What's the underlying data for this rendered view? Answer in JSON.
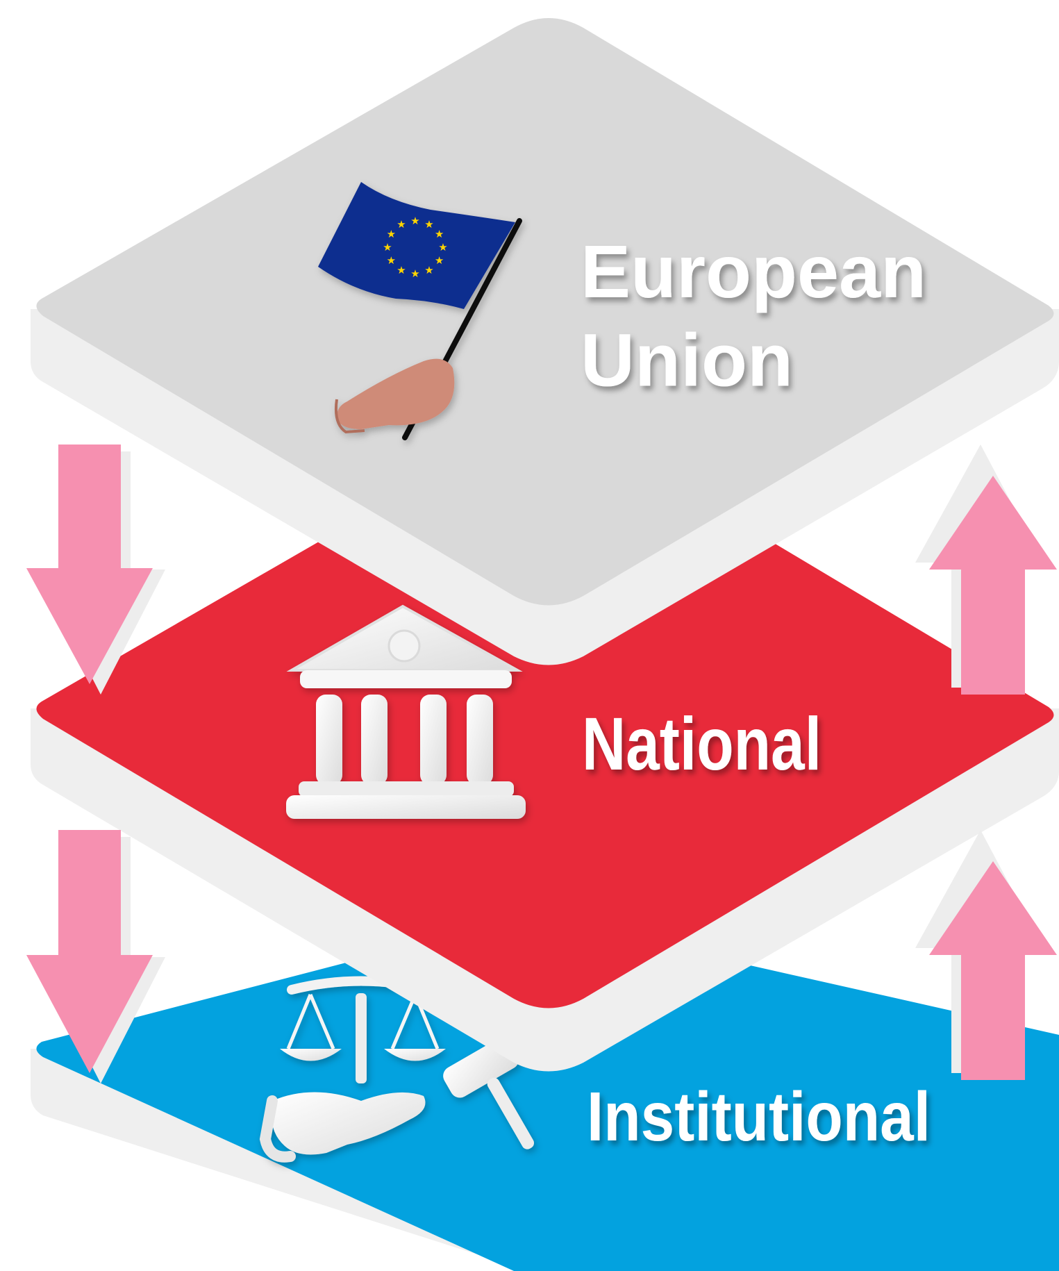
{
  "layers": [
    {
      "label_lines": [
        "European",
        "Union"
      ],
      "color": "#D9D9D9",
      "side_color": "#EFEFEF",
      "text_color": "#FFFFFF",
      "icon": "eu-flag-in-hand-icon"
    },
    {
      "label_lines": [
        "National"
      ],
      "color": "#E82A3A",
      "side_color": "#EFEFEF",
      "text_color": "#FFFFFF",
      "icon": "government-building-icon"
    },
    {
      "label_lines": [
        "Institutional"
      ],
      "color": "#03A2DF",
      "side_color": "#EFEFEF",
      "text_color": "#FFFFFF",
      "icon": "scales-and-gavel-icon"
    }
  ],
  "arrows": {
    "color": "#F690B0",
    "shadow_color": "#EDEDED",
    "left_direction": "down",
    "right_direction": "up"
  },
  "flag_colors": {
    "field": "#102D8F",
    "stars": "#FFD500",
    "skin": "#CF8B78"
  }
}
